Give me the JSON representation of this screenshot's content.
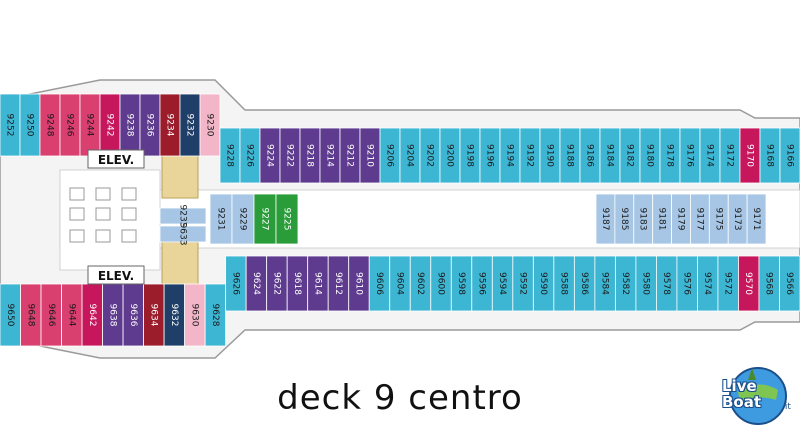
{
  "colors": {
    "balcony": "#3db6d3",
    "suite": "#5e3b8e",
    "deluxe_suite": "#9b1c2b",
    "superior": "#d93f6f",
    "magenta": "#c6175c",
    "inside": "#a7c6e6",
    "oceanview": "#2a9d3a",
    "navy": "#1f3f68",
    "pink_light": "#f3b6c8",
    "hull": "#d7d7d7",
    "stair": "#e9d59a"
  },
  "caption": "deck 9 centro",
  "elevators": [
    "ELEV.",
    "ELEV."
  ],
  "logo": {
    "text_top": "Live",
    "text_bottom": "Boat",
    "tld": ".it"
  },
  "cabins": {
    "top_outer": [
      "9252",
      "9250",
      "9248",
      "9246",
      "9244",
      "9242",
      "9238",
      "9236",
      "9234",
      "9232",
      "9230",
      "9228",
      "9226",
      "9224",
      "9222",
      "9218",
      "9214",
      "9212",
      "9210",
      "9206",
      "9204",
      "9202",
      "9200",
      "9198",
      "9196",
      "9194",
      "9192",
      "9190",
      "9188",
      "9186",
      "9184",
      "9182",
      "9180",
      "9178",
      "9176",
      "9174",
      "9172",
      "9170",
      "9168",
      "9166"
    ],
    "center_left": [
      "9233",
      "9633",
      "9231",
      "9229",
      "9227",
      "9225"
    ],
    "center_right": [
      "9187",
      "9185",
      "9183",
      "9181",
      "9179",
      "9177",
      "9175",
      "9173",
      "9171"
    ],
    "bottom_outer": [
      "9650",
      "9648",
      "9646",
      "9644",
      "9642",
      "9638",
      "9636",
      "9634",
      "9632",
      "9630",
      "9628",
      "9626",
      "9624",
      "9622",
      "9618",
      "9614",
      "9612",
      "9610",
      "9606",
      "9604",
      "9602",
      "9600",
      "9598",
      "9596",
      "9594",
      "9592",
      "9590",
      "9588",
      "9586",
      "9584",
      "9582",
      "9580",
      "9578",
      "9576",
      "9574",
      "9572",
      "9570",
      "9568",
      "9566"
    ]
  }
}
